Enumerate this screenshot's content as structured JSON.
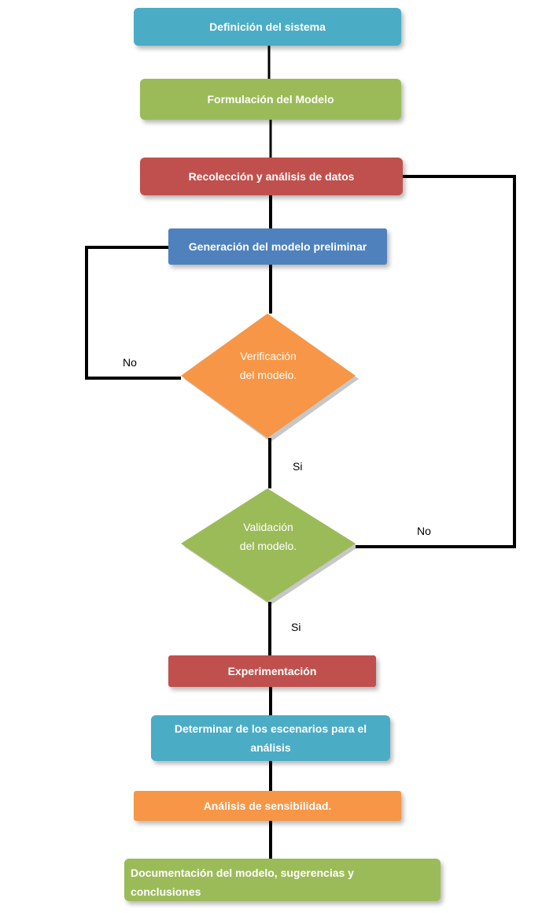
{
  "colors": {
    "teal": "#4BACC6",
    "green": "#9BBB59",
    "red": "#C0504D",
    "blue": "#4F81BD",
    "orange": "#F79646",
    "line": "#000000"
  },
  "steps": {
    "definicion": "Definición del sistema",
    "formulacion": "Formulación del Modelo",
    "recoleccion": "Recolección y análisis de datos",
    "generacion": "Generación del modelo preliminar",
    "verificacion_line1": "Verificación",
    "verificacion_line2": "del modelo.",
    "validacion_line1": "Validación",
    "validacion_line2": "del modelo.",
    "experimentacion": "Experimentación",
    "escenarios_line1": "Determinar  de los escenarios para el",
    "escenarios_line2": "análisis",
    "sensibilidad": "Análisis de sensibilidad.",
    "documentacion_line1": "Documentación del modelo, sugerencias y",
    "documentacion_line2": "conclusiones"
  },
  "branches": {
    "verificacion_no": "No",
    "verificacion_si": "Si",
    "validacion_no": "No",
    "validacion_si": "Si"
  }
}
